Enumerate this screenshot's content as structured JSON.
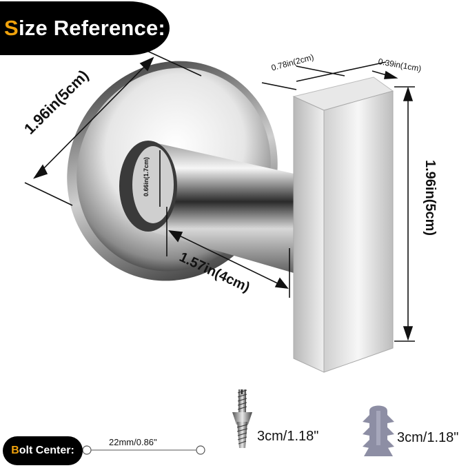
{
  "title": {
    "first_letter": "S",
    "rest": "ize Reference:"
  },
  "dimensions": {
    "base_diameter": "1.96in(5cm)",
    "post_diameter": "0.66in(1.7cm)",
    "post_length": "1.57in(4cm)",
    "hook_width": "0.78in(2cm)",
    "hook_depth": "0.39in(1cm)",
    "hook_height": "1.96in(5cm)"
  },
  "hardware": {
    "screw_size": "3cm/1.18\"",
    "anchor_size": "3cm/1.18\""
  },
  "bolt_center": {
    "first_letter": "B",
    "rest": "olt Center:",
    "value": "22mm/0.86\""
  },
  "colors": {
    "accent": "#f0a20c",
    "pill": "#000000",
    "anchor": "#8d8ea4"
  }
}
